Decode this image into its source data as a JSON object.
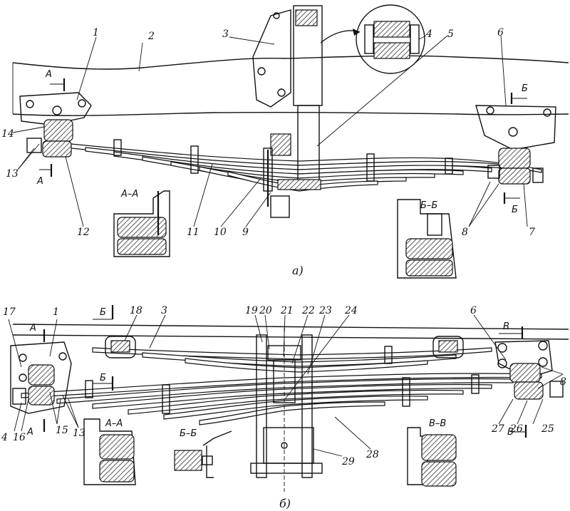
{
  "captions": {
    "top": "а)",
    "bottom": "б)"
  },
  "section_views": {
    "top": [
      "А–А",
      "Б–Б"
    ],
    "bottom": [
      "А–А",
      "Б–Б",
      "В–В"
    ]
  },
  "section_marks": {
    "a": "А",
    "b": "Б",
    "v": "В"
  },
  "callouts_top": [
    "1",
    "2",
    "3",
    "4",
    "5",
    "6",
    "7",
    "8",
    "9",
    "10",
    "11",
    "12",
    "13",
    "14"
  ],
  "callouts_bottom": [
    "1",
    "3",
    "4",
    "6",
    "8",
    "13",
    "15",
    "16",
    "17",
    "18",
    "19",
    "20",
    "21",
    "22",
    "23",
    "24",
    "25",
    "26",
    "27",
    "28",
    "29"
  ]
}
